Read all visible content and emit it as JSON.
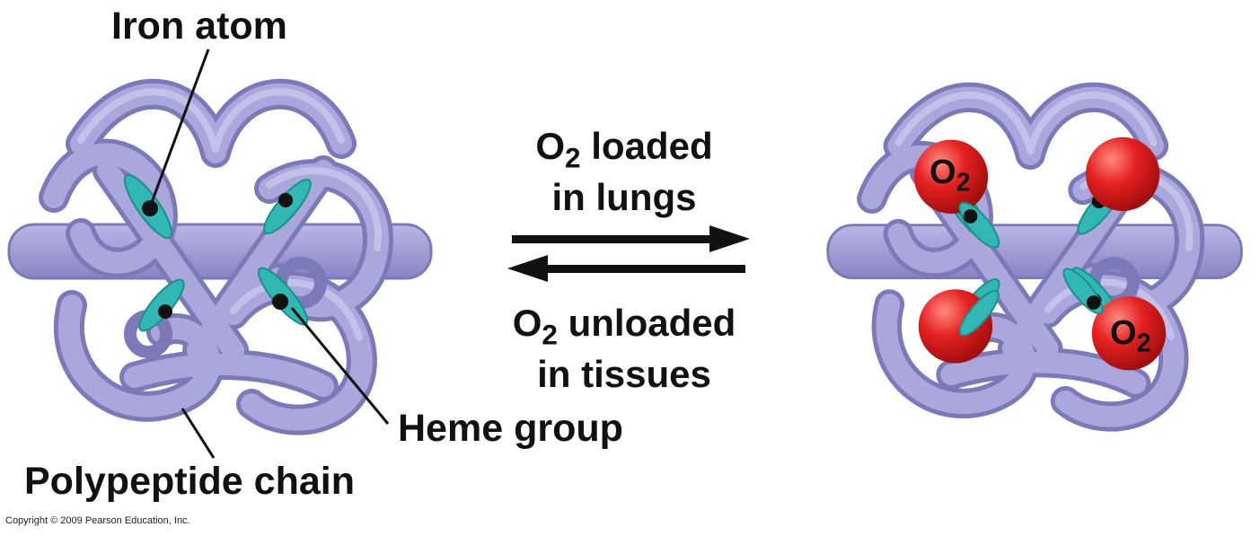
{
  "labels": {
    "iron_atom": "Iron atom",
    "heme_group": "Heme group",
    "polypeptide_chain": "Polypeptide chain"
  },
  "reaction": {
    "forward_prefix": "O",
    "forward_sub": "2",
    "forward_line1_rest": " loaded",
    "forward_line2": "in lungs",
    "reverse_prefix": "O",
    "reverse_sub": "2",
    "reverse_line1_rest": " unloaded",
    "reverse_line2": "in tissues"
  },
  "oxygen_label": {
    "symbol": "O",
    "sub": "2"
  },
  "copyright": "Copyright © 2009 Pearson Education, Inc.",
  "colors": {
    "chain": "#9e9cd4",
    "chain_dark": "#7f7cbd",
    "chain_light": "#c3c2e9",
    "heme": "#31b8b4",
    "iron": "#111111",
    "oxygen": "#e01e1e"
  }
}
